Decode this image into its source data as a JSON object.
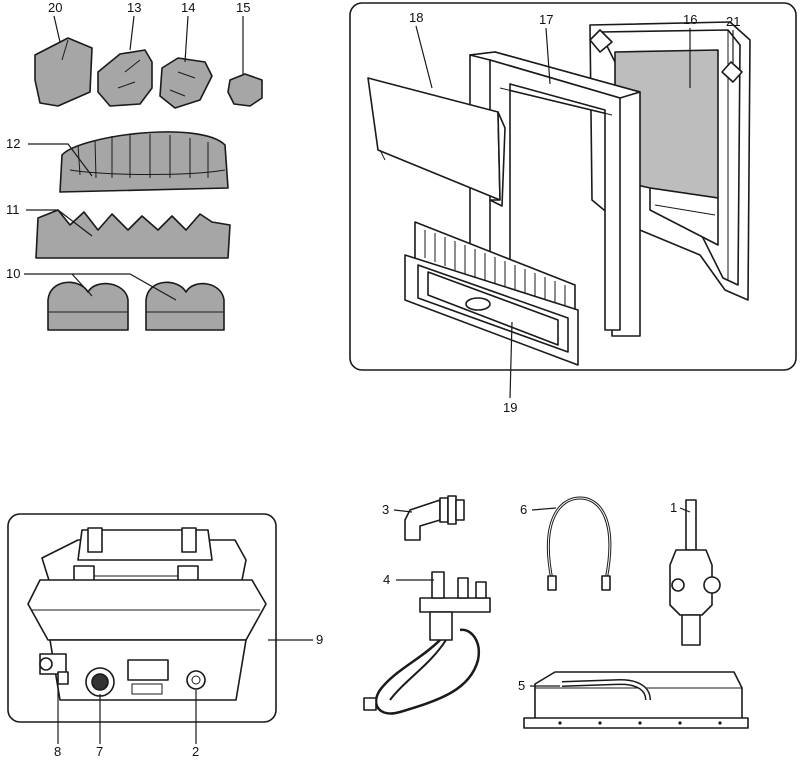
{
  "labels": {
    "p1": "1",
    "p2": "2",
    "p3": "3",
    "p4": "4",
    "p5": "5",
    "p6": "6",
    "p7": "7",
    "p8": "8",
    "p9": "9",
    "p10": "10",
    "p11": "11",
    "p12": "12",
    "p13": "13",
    "p14": "14",
    "p15": "15",
    "p16": "16",
    "p17": "17",
    "p18": "18",
    "p19": "19",
    "p20": "20",
    "p21": "21"
  },
  "colors": {
    "part_fill": "#a6a6a6",
    "panel_fill": "#c2c2c2",
    "light_fill": "#e6e6e6",
    "outline": "#1a1a1a"
  }
}
